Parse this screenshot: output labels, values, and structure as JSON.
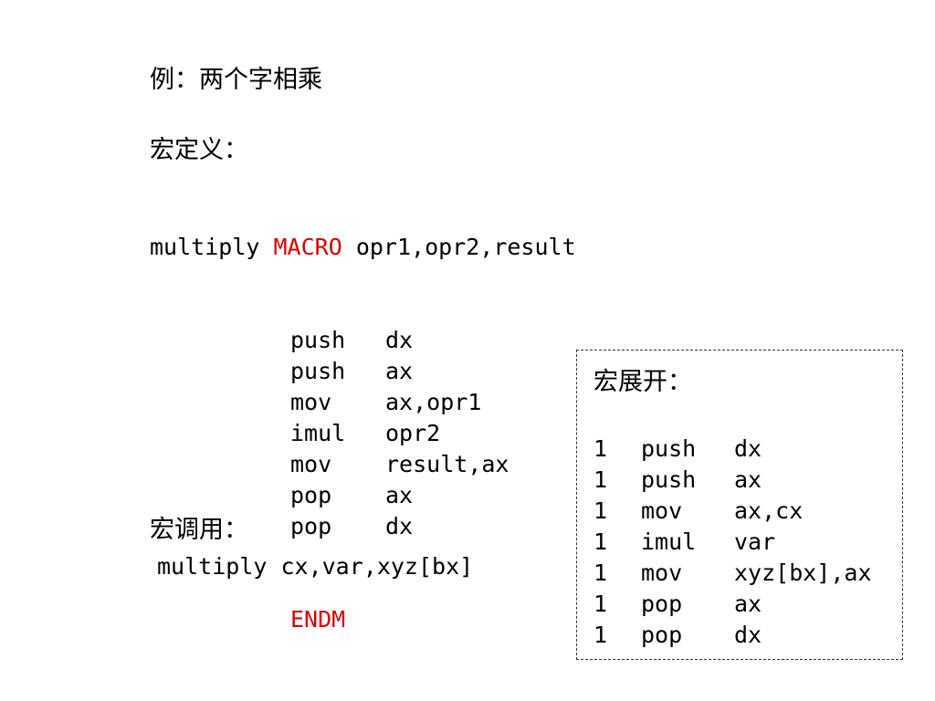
{
  "title": "例：两个字相乘",
  "definition": {
    "heading": "宏定义：",
    "header_line": {
      "name": "multiply",
      "keyword": "MACRO",
      "params": "opr1,opr2,result"
    },
    "lines": [
      {
        "op": "push",
        "arg": "dx"
      },
      {
        "op": "push",
        "arg": "ax"
      },
      {
        "op": "mov",
        "arg": "ax,opr1"
      },
      {
        "op": "imul",
        "arg": "opr2"
      },
      {
        "op": "mov",
        "arg": "result,ax"
      },
      {
        "op": "pop",
        "arg": "ax"
      },
      {
        "op": "pop",
        "arg": "dx"
      }
    ],
    "end_keyword": "ENDM"
  },
  "call": {
    "heading": "宏调用：",
    "line": "multiply cx,var,xyz[bx]"
  },
  "expansion": {
    "heading": "宏展开：",
    "lines": [
      {
        "num": "1",
        "op": "push",
        "arg": "dx"
      },
      {
        "num": "1",
        "op": "push",
        "arg": "ax"
      },
      {
        "num": "1",
        "op": "mov",
        "arg": "ax,cx"
      },
      {
        "num": "1",
        "op": "imul",
        "arg": "var"
      },
      {
        "num": "1",
        "op": "mov",
        "arg": "xyz[bx],ax"
      },
      {
        "num": "1",
        "op": "pop",
        "arg": "ax"
      },
      {
        "num": "1",
        "op": "pop",
        "arg": "dx"
      }
    ]
  },
  "colors": {
    "keyword": "#e00000",
    "text": "#000000",
    "background": "#ffffff"
  }
}
